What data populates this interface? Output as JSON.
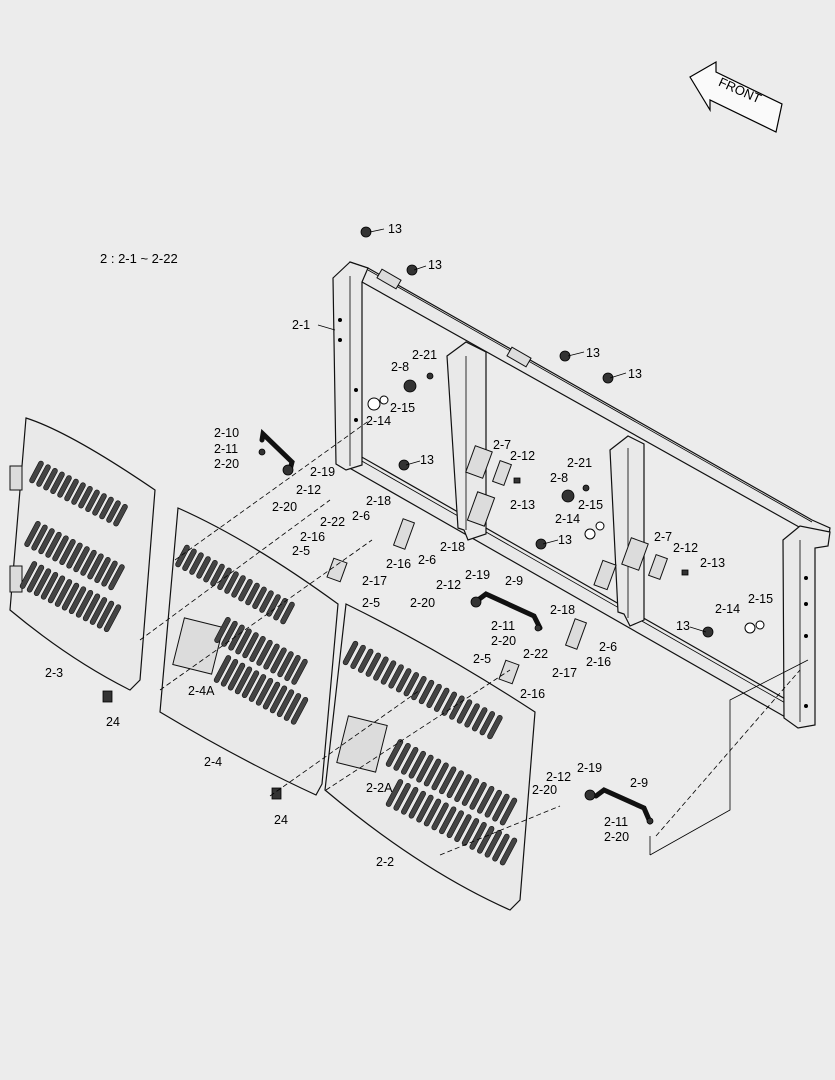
{
  "direction_indicator": {
    "label": "FRONT"
  },
  "assembly_note": "2 : 2-1 ~ 2-22",
  "callouts": [
    {
      "id": "c1",
      "text": "13"
    },
    {
      "id": "c2",
      "text": "13"
    },
    {
      "id": "c3",
      "text": "2-1"
    },
    {
      "id": "c4",
      "text": "2-21"
    },
    {
      "id": "c5",
      "text": "2-8"
    },
    {
      "id": "c6",
      "text": "13"
    },
    {
      "id": "c7",
      "text": "13"
    },
    {
      "id": "c8",
      "text": "2-15"
    },
    {
      "id": "c9",
      "text": "2-14"
    },
    {
      "id": "c10",
      "text": "2-10"
    },
    {
      "id": "c11",
      "text": "2-11"
    },
    {
      "id": "c12",
      "text": "2-20"
    },
    {
      "id": "c13",
      "text": "2-19"
    },
    {
      "id": "c14",
      "text": "2-12"
    },
    {
      "id": "c15",
      "text": "2-20"
    },
    {
      "id": "c16",
      "text": "2-7"
    },
    {
      "id": "c17",
      "text": "2-12"
    },
    {
      "id": "c18",
      "text": "13"
    },
    {
      "id": "c19",
      "text": "2-13"
    },
    {
      "id": "c20",
      "text": "2-21"
    },
    {
      "id": "c21",
      "text": "2-8"
    },
    {
      "id": "c22",
      "text": "2-18"
    },
    {
      "id": "c23",
      "text": "2-6"
    },
    {
      "id": "c24",
      "text": "2-22"
    },
    {
      "id": "c25",
      "text": "2-16"
    },
    {
      "id": "c26",
      "text": "2-5"
    },
    {
      "id": "c27",
      "text": "2-6"
    },
    {
      "id": "c28",
      "text": "2-18"
    },
    {
      "id": "c29",
      "text": "2-16"
    },
    {
      "id": "c30",
      "text": "2-17"
    },
    {
      "id": "c31",
      "text": "2-5"
    },
    {
      "id": "c32",
      "text": "2-15"
    },
    {
      "id": "c33",
      "text": "2-14"
    },
    {
      "id": "c34",
      "text": "13"
    },
    {
      "id": "c35",
      "text": "2-7"
    },
    {
      "id": "c36",
      "text": "2-12"
    },
    {
      "id": "c37",
      "text": "2-13"
    },
    {
      "id": "c38",
      "text": "2-19"
    },
    {
      "id": "c39",
      "text": "2-9"
    },
    {
      "id": "c40",
      "text": "2-12"
    },
    {
      "id": "c41",
      "text": "2-20"
    },
    {
      "id": "c42",
      "text": "2-11"
    },
    {
      "id": "c43",
      "text": "2-20"
    },
    {
      "id": "c44",
      "text": "2-18"
    },
    {
      "id": "c45",
      "text": "2-14"
    },
    {
      "id": "c46",
      "text": "2-15"
    },
    {
      "id": "c47",
      "text": "13"
    },
    {
      "id": "c48",
      "text": "2-6"
    },
    {
      "id": "c49",
      "text": "2-16"
    },
    {
      "id": "c50",
      "text": "2-5"
    },
    {
      "id": "c51",
      "text": "2-22"
    },
    {
      "id": "c52",
      "text": "2-17"
    },
    {
      "id": "c53",
      "text": "2-16"
    },
    {
      "id": "c54",
      "text": "2-3"
    },
    {
      "id": "c55",
      "text": "24"
    },
    {
      "id": "c56",
      "text": "2-4A"
    },
    {
      "id": "c57",
      "text": "2-4"
    },
    {
      "id": "c58",
      "text": "2-2A"
    },
    {
      "id": "c59",
      "text": "24"
    },
    {
      "id": "c60",
      "text": "2-12"
    },
    {
      "id": "c61",
      "text": "2-19"
    },
    {
      "id": "c62",
      "text": "2-20"
    },
    {
      "id": "c63",
      "text": "2-9"
    },
    {
      "id": "c64",
      "text": "2-11"
    },
    {
      "id": "c65",
      "text": "2-20"
    },
    {
      "id": "c66",
      "text": "2-2"
    }
  ]
}
